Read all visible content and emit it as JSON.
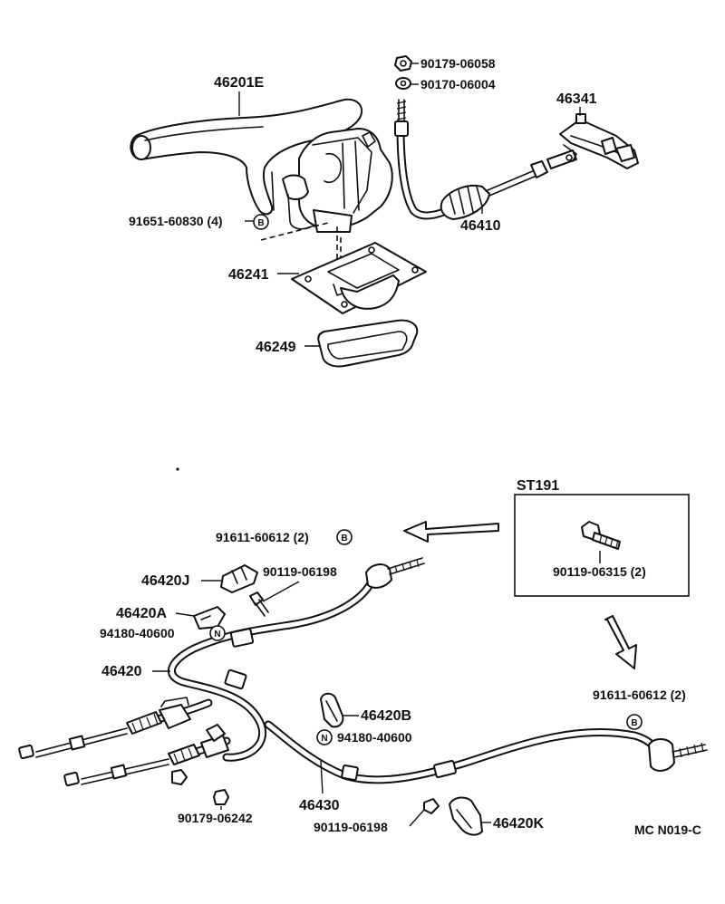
{
  "labels": {
    "p46201E": "46201E",
    "p90179_06058": "90179-06058",
    "p90170_06004": "90170-06004",
    "p46341": "46341",
    "p91651_60830": "91651-60830 (4)",
    "p46410": "46410",
    "p46241": "46241",
    "p46249": "46249",
    "st191": "ST191",
    "p91611_60612_top": "91611-60612 (2)",
    "p90119_06315": "90119-06315 (2)",
    "p46420J": "46420J",
    "p90119_06198_top": "90119-06198",
    "p46420A": "46420A",
    "p94180_40600_left": "94180-40600",
    "p46420": "46420",
    "p46420B": "46420B",
    "p94180_40600_mid": "94180-40600",
    "p91611_60612_right": "91611-60612 (2)",
    "p46430": "46430",
    "p90179_06242": "90179-06242",
    "p90119_06198_bottom": "90119-06198",
    "p46420K": "46420K",
    "catalog_code": "MC N019-C"
  },
  "badges": {
    "b": "B",
    "n": "N"
  }
}
